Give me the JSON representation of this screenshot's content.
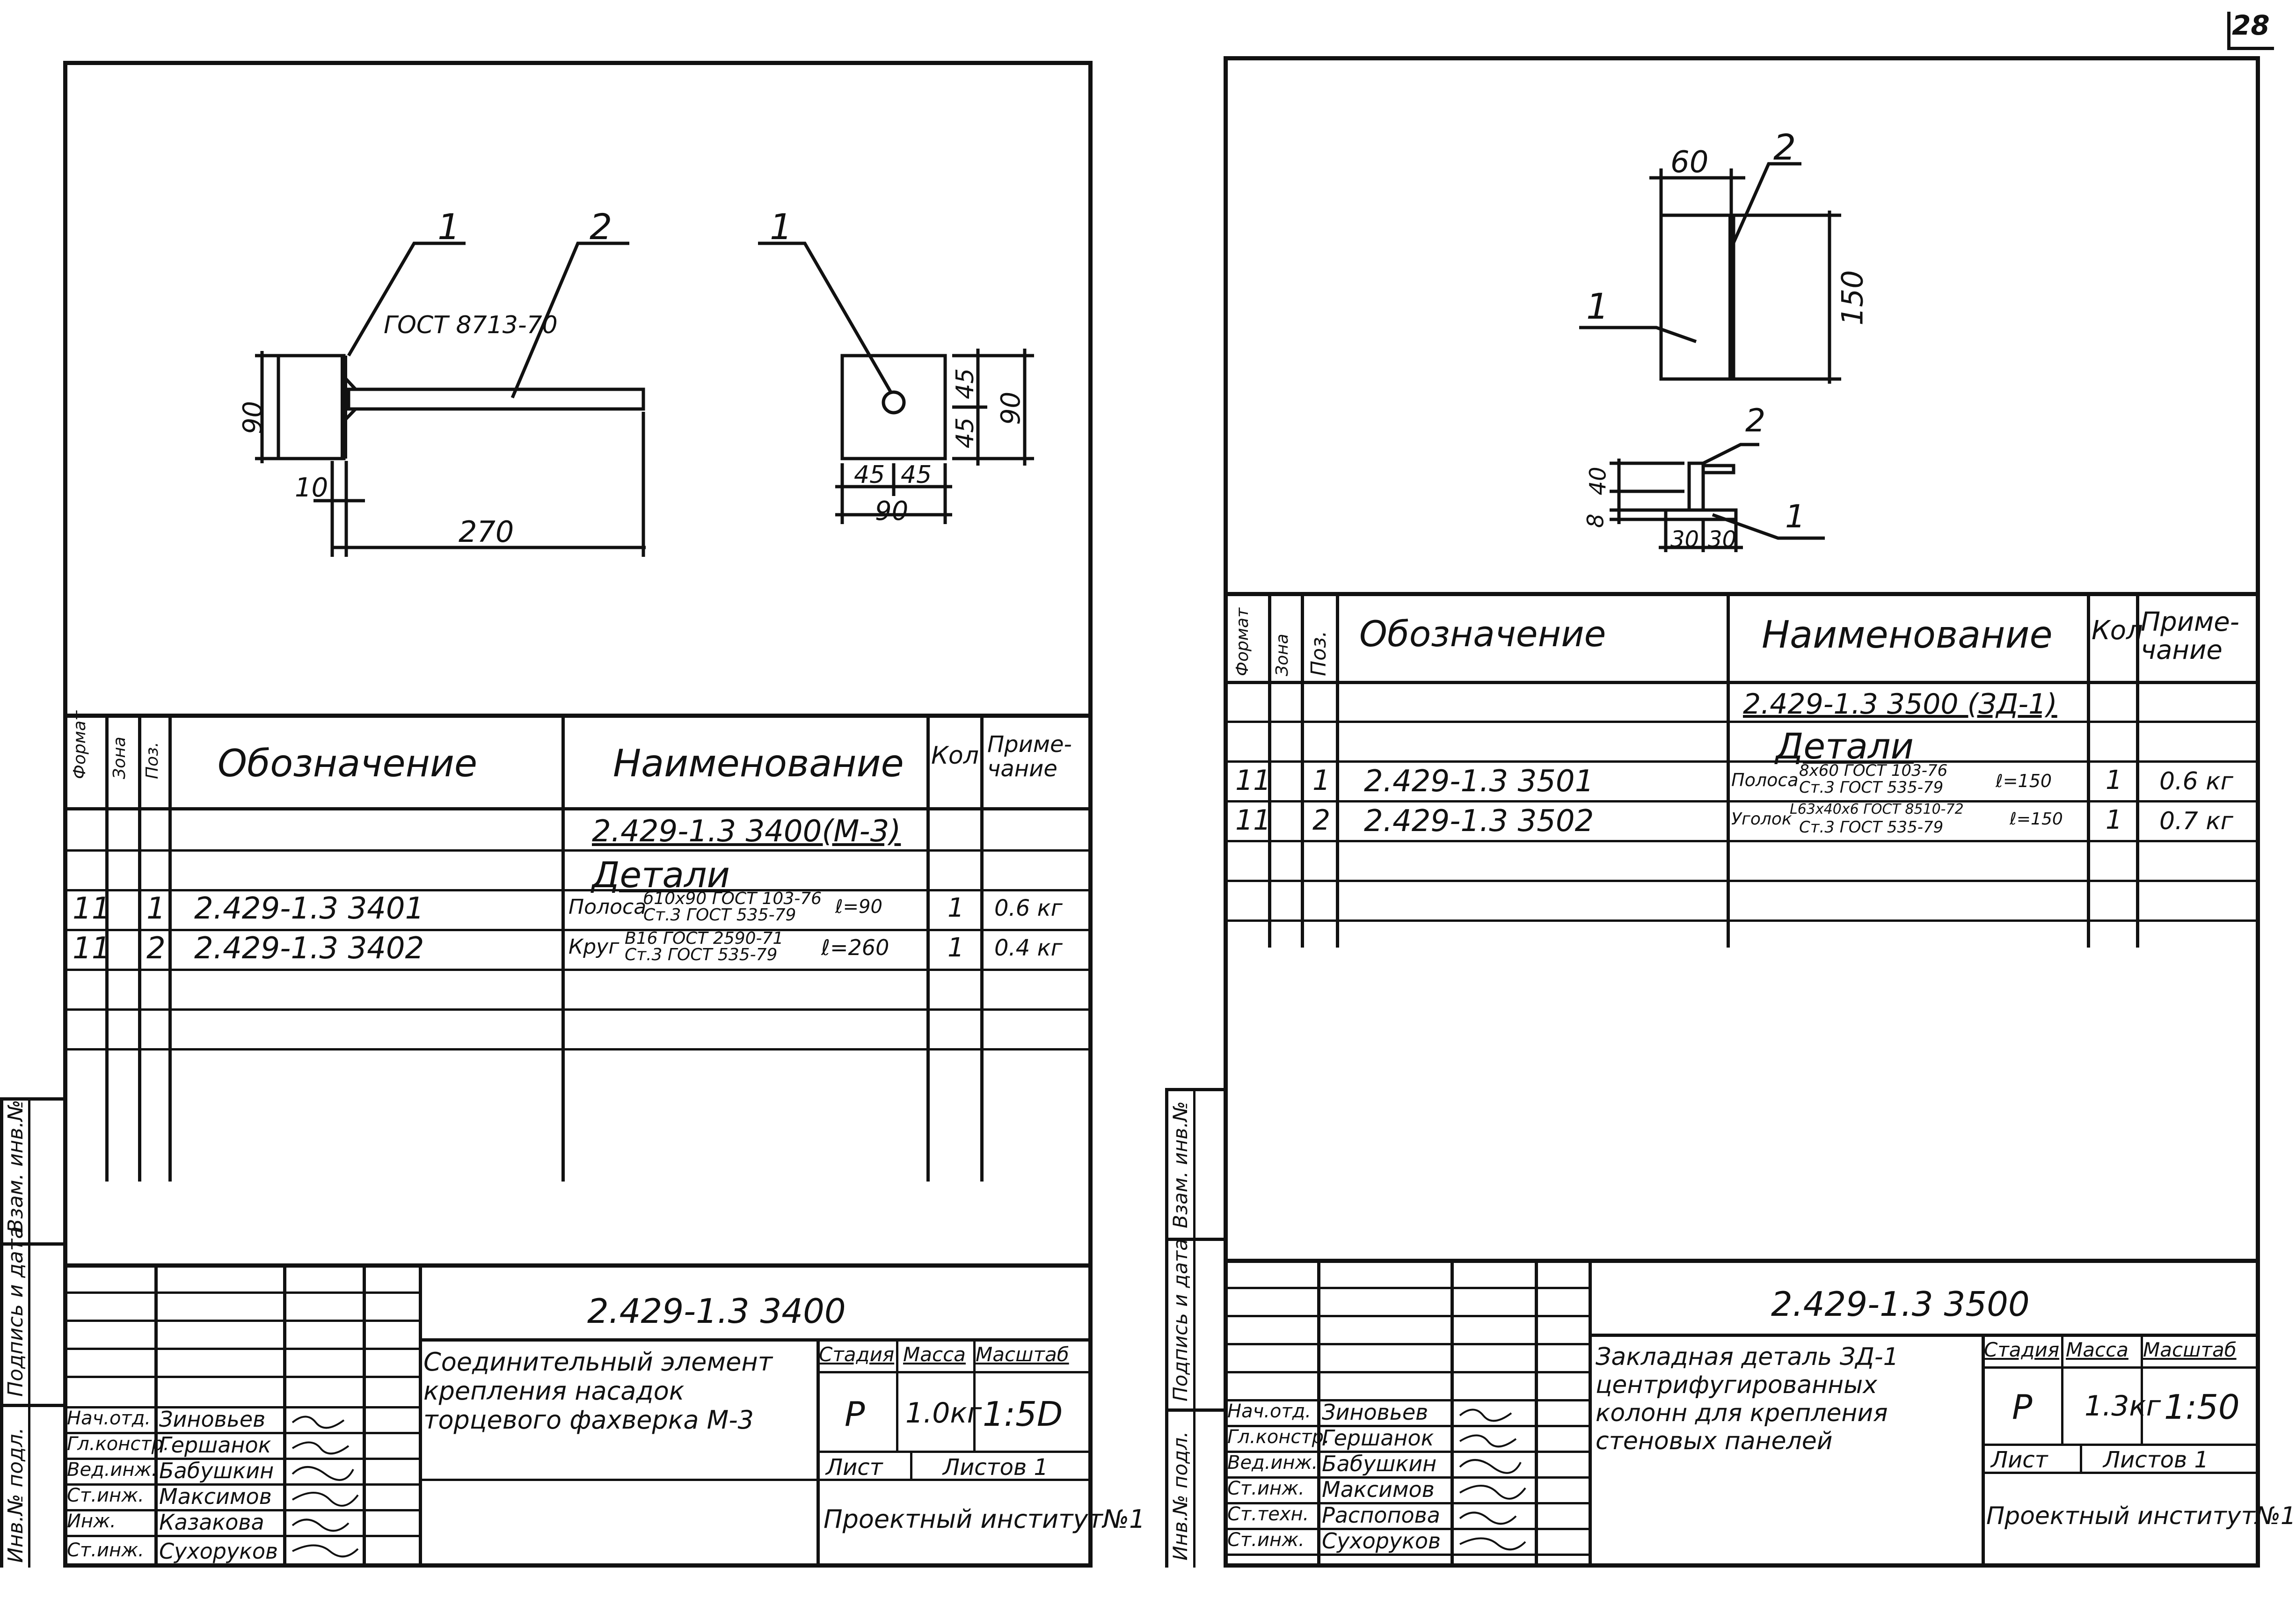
{
  "page_number": "28",
  "left_sheet": {
    "drawing": {
      "callout_1": "1",
      "callout_2": "2",
      "callout_1b": "1",
      "gost_label": "ГОСТ 8713-70",
      "dim_90_left": "90",
      "dim_10": "10",
      "dim_270": "270",
      "dim_45a": "45",
      "dim_45b": "45",
      "dim_90_bottom": "90",
      "dim_45c": "45",
      "dim_45d": "45",
      "dim_90_right": "90"
    },
    "spec_headers": {
      "format": "Формат",
      "zone": "Зона",
      "pos": "Поз.",
      "designation": "Обозначение",
      "name": "Наименование",
      "qty": "Кол.",
      "note": "Приме-\nчание"
    },
    "spec_rows": [
      {
        "name": "2.429-1.3 3400(М-3)"
      },
      {
        "name": "Детали"
      },
      {
        "format": "11",
        "pos": "1",
        "designation": "2.429-1.3  3401",
        "name_a": "Полоса",
        "name_b": "б10х90 ГОСТ 103-76",
        "name_c": "Ст.3 ГОСТ 535-79",
        "length": "ℓ=90",
        "qty": "1",
        "note": "0.6 кг"
      },
      {
        "format": "11",
        "pos": "2",
        "designation": "2.429-1.3  3402",
        "name_a": "Круг",
        "name_b": "В16 ГОСТ 2590-71",
        "name_c": "Ст.3 ГОСТ 535-79",
        "length": "ℓ=260",
        "qty": "1",
        "note": "0.4 кг"
      }
    ],
    "side_stamp": {
      "inv": "Инв.№ подл.",
      "sign_date": "Подпись и дата",
      "vzam": "Взам. инв.№"
    },
    "title_block": {
      "doc_code": "2.429-1.3 3400",
      "title": "Соединительный элемент крепления насадок торцевого фахверка  М-3",
      "stage_label": "Стадия",
      "mass_label": "Масса",
      "scale_label": "Масштаб",
      "stage": "Р",
      "mass": "1.0кг",
      "scale": "1:5D",
      "sheet_label": "Лист",
      "sheets_label": "Листов 1",
      "org": "Проектный институт№1",
      "people": [
        {
          "role": "Нач.отд.",
          "name": "Зиновьев"
        },
        {
          "role": "Гл.констр.",
          "name": "Гершанок"
        },
        {
          "role": "Вед.инж.",
          "name": "Бабушкин"
        },
        {
          "role": "Ст.инж.",
          "name": "Максимов"
        },
        {
          "role": "Инж.",
          "name": "Казакова"
        },
        {
          "role": "Ст.инж.",
          "name": "Сухоруков"
        }
      ]
    }
  },
  "right_sheet": {
    "drawing": {
      "dim_60": "60",
      "callout_2": "2",
      "callout_1": "1",
      "dim_150": "150",
      "callout_2b": "2",
      "callout_1b": "1",
      "dim_40": "40",
      "dim_8": "8",
      "dim_30a": "30",
      "dim_30b": "30"
    },
    "spec_headers": {
      "format": "Формат",
      "zone": "Зона",
      "pos": "Поз.",
      "designation": "Обозначение",
      "name": "Наименование",
      "qty": "Кол",
      "note": "Приме-\nчание"
    },
    "spec_rows": [
      {
        "name": "2.429-1.3 3500  (ЗД-1)"
      },
      {
        "name": "Детали"
      },
      {
        "format": "11",
        "pos": "1",
        "designation": "2.429-1.3   3501",
        "name_a": "Полоса",
        "name_b": "8х60 ГОСТ 103-76",
        "name_c": "Ст.3 ГОСТ 535-79",
        "length": "ℓ=150",
        "qty": "1",
        "note": "0.6 кг"
      },
      {
        "format": "11",
        "pos": "2",
        "designation": "2.429-1.3   3502",
        "name_a": "Уголок",
        "name_b": "L63х40х6 ГОСТ 8510-72",
        "name_c": "Ст.3 ГОСТ 535-79",
        "length": "ℓ=150",
        "qty": "1",
        "note": "0.7 кг"
      }
    ],
    "side_stamp": {
      "inv": "Инв.№ подл.",
      "sign_date": "Подпись и дата",
      "vzam": "Взам. инв.№"
    },
    "title_block": {
      "doc_code": "2.429-1.3 3500",
      "title": "Закладная деталь ЗД-1 центрифугированных колонн для крепления стеновых панелей",
      "stage_label": "Стадия",
      "mass_label": "Масса",
      "scale_label": "Масштаб",
      "stage": "Р",
      "mass": "1.3кг",
      "scale": "1:50",
      "sheet_label": "Лист",
      "sheets_label": "Листов 1",
      "org": "Проектный институт№1",
      "people": [
        {
          "role": "Нач.отд.",
          "name": "Зиновьев"
        },
        {
          "role": "Гл.констр.",
          "name": "Гершанок"
        },
        {
          "role": "Вед.инж.",
          "name": "Бабушкин"
        },
        {
          "role": "Ст.инж.",
          "name": "Максимов"
        },
        {
          "role": "Ст.техн.",
          "name": "Распопова"
        },
        {
          "role": "Ст.инж.",
          "name": "Сухоруков"
        }
      ]
    }
  }
}
